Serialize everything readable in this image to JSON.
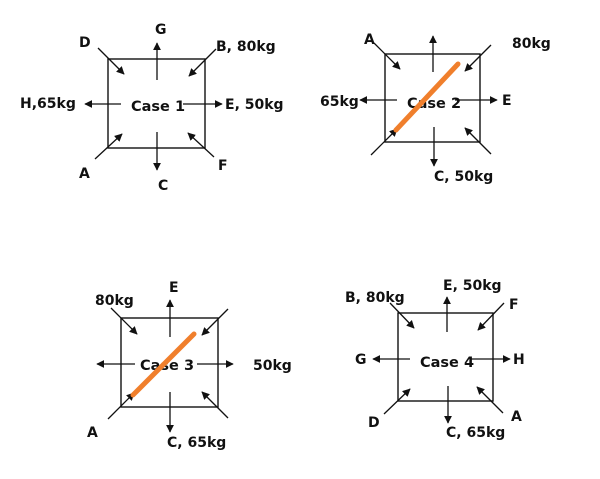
{
  "colors": {
    "rod": "#f07f2c",
    "lines": "#111111"
  },
  "cases": [
    {
      "title": "Case 1",
      "labels": {
        "tl": "D",
        "top": "G",
        "tr": "B, 80kg",
        "left": "H,65kg",
        "right": "E, 50kg",
        "bl": "A",
        "bottom": "C",
        "br": "F"
      }
    },
    {
      "title": "Case 2",
      "labels": {
        "tl": "A",
        "tr": "80kg",
        "left": "65kg",
        "right": "E",
        "bottom": "C, 50kg"
      }
    },
    {
      "title": "Case 3",
      "labels": {
        "tl": "80kg",
        "top": "E",
        "right": "50kg",
        "bl": "A",
        "bottom": "C, 65kg"
      }
    },
    {
      "title": "Case 4",
      "labels": {
        "tl": "B, 80kg",
        "top": "E, 50kg",
        "tr": "F",
        "left": "G",
        "right": "H",
        "bl": "D",
        "bottom": "C, 65kg",
        "br": "A"
      }
    }
  ]
}
